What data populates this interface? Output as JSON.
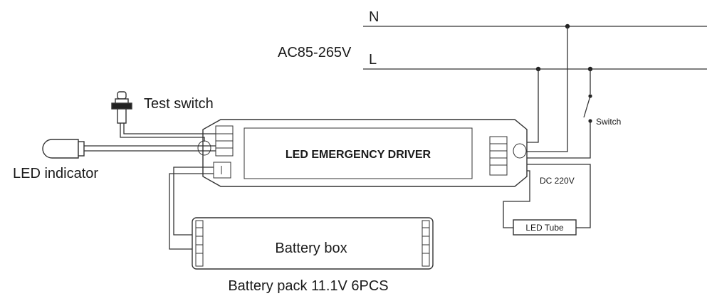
{
  "lines": {
    "neutral_label": "N",
    "live_label": "L",
    "voltage_label": "AC85-265V"
  },
  "driver": {
    "label": "LED EMERGENCY DRIVER"
  },
  "test_switch": {
    "label": "Test switch"
  },
  "led_indicator": {
    "label": "LED indicator"
  },
  "switch": {
    "label": "Switch"
  },
  "output": {
    "label": "DC 220V"
  },
  "led_tube": {
    "label": "LED Tube"
  },
  "battery_box": {
    "label": "Battery box"
  },
  "battery_pack": {
    "label": "Battery pack 11.1V 6PCS"
  }
}
